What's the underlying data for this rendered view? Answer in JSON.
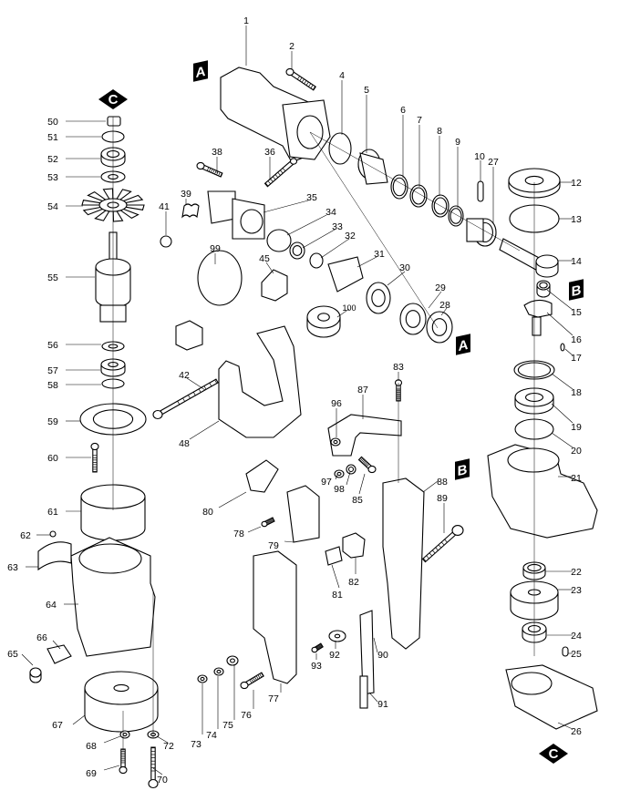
{
  "diagram": {
    "type": "exploded-parts-diagram",
    "reference_tags": [
      "A",
      "B",
      "C"
    ],
    "parts": [
      "1",
      "2",
      "4",
      "5",
      "6",
      "7",
      "8",
      "9",
      "10",
      "12",
      "13",
      "14",
      "15",
      "16",
      "17",
      "18",
      "19",
      "20",
      "21",
      "22",
      "23",
      "24",
      "25",
      "26",
      "27",
      "28",
      "29",
      "30",
      "31",
      "32",
      "33",
      "34",
      "35",
      "36",
      "38",
      "39",
      "41",
      "42",
      "45",
      "48",
      "50",
      "51",
      "52",
      "53",
      "54",
      "55",
      "56",
      "57",
      "58",
      "59",
      "60",
      "61",
      "62",
      "63",
      "64",
      "65",
      "66",
      "67",
      "68",
      "69",
      "70",
      "72",
      "73",
      "74",
      "75",
      "76",
      "77",
      "78",
      "79",
      "80",
      "81",
      "82",
      "83",
      "85",
      "87",
      "88",
      "89",
      "90",
      "91",
      "92",
      "93",
      "96",
      "97",
      "98",
      "99",
      "100"
    ]
  }
}
